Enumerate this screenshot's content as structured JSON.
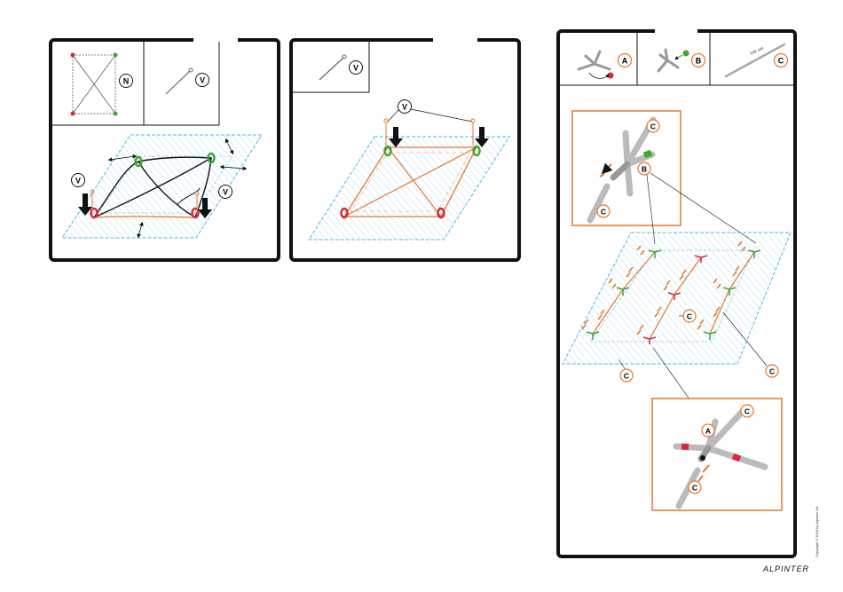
{
  "labels": {
    "groundsheet": "N",
    "peg": "V",
    "hub_a": "A",
    "hub_b": "B",
    "pole": "C"
  },
  "pole_length_text": "14x cm",
  "brand": "ALPINTER",
  "copyright": "Copyright © 2018 by Alpinter SA",
  "colors": {
    "outline": "#111111",
    "orange": "#e8762d",
    "cyan": "#4cb8e6",
    "green": "#3fa535",
    "red": "#d8283a",
    "grey": "#a8a8a8"
  }
}
